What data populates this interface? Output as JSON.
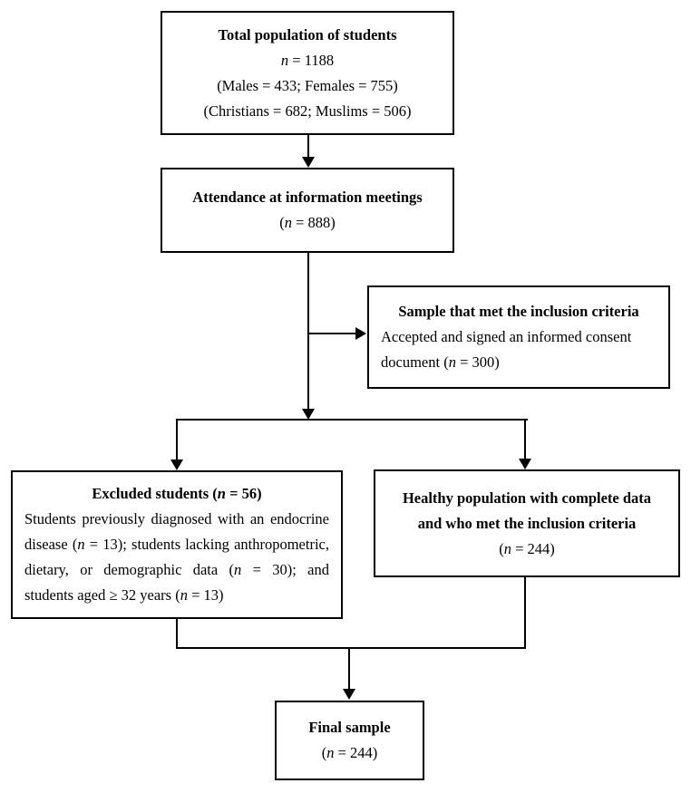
{
  "figure": {
    "type": "flow-diagram",
    "background_color": "#ffffff",
    "line_color": "#000000",
    "text_color": "#000000"
  },
  "boxes": {
    "total": {
      "title": "Total population of students",
      "n_italic": "n",
      "n_rest": " = 1188",
      "sex_line": "(Males = 433; Females = 755)",
      "religion_line": "(Christians = 682; Muslims = 506)"
    },
    "attendance": {
      "title": "Attendance at information meetings",
      "n_open": "(",
      "n_italic": "n",
      "n_rest": " = 888)"
    },
    "inclusion": {
      "title": "Sample that met the inclusion criteria",
      "body_pre": "Accepted and signed an informed consent document (",
      "n_italic": "n",
      "body_post": " = 300)"
    },
    "excluded": {
      "title_pre": "Excluded students (",
      "title_n": "n",
      "title_post": " = 56)",
      "body_1": "Students previously diagnosed with an endocrine disease (",
      "n1": "n",
      "body_2": " = 13); students lacking anthropometric, dietary, or demographic data (",
      "n2": "n",
      "body_3": " = 30); and students aged ≥ 32 years (",
      "n3": "n",
      "body_4": " = 13)"
    },
    "healthy": {
      "title_line1": "Healthy population with complete data",
      "title_line2": "and who met the inclusion criteria",
      "n_open": "(",
      "n_italic": "n",
      "n_rest": " = 244)"
    },
    "final": {
      "title": "Final sample",
      "n_open": "(",
      "n_italic": "n",
      "n_rest": " = 244)"
    }
  }
}
